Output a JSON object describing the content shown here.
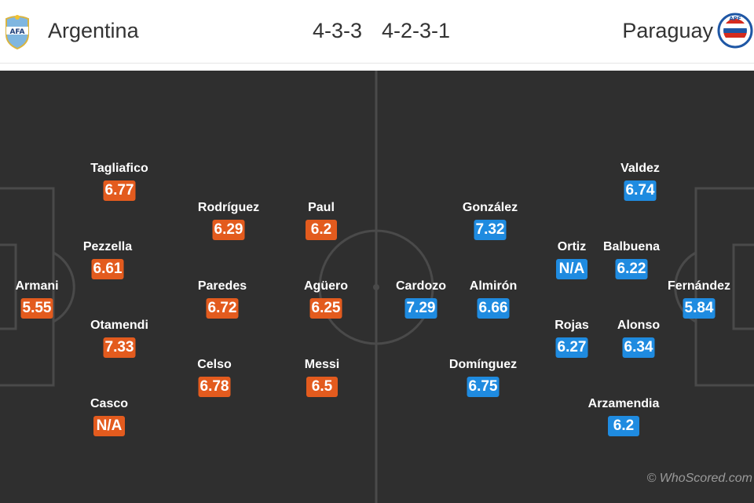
{
  "header": {
    "home_team": "Argentina",
    "home_formation": "4-3-3",
    "away_formation": "4-2-3-1",
    "away_team": "Paraguay",
    "home_crest_text": "AFA",
    "away_crest_text": "APF"
  },
  "colors": {
    "pitch": "#2f2f2f",
    "home_rating": "#e35b1e",
    "away_rating": "#1f8be0"
  },
  "home_players": [
    {
      "name": "Armani",
      "rating": "5.55"
    },
    {
      "name": "Tagliafico",
      "rating": "6.77"
    },
    {
      "name": "Pezzella",
      "rating": "6.61"
    },
    {
      "name": "Otamendi",
      "rating": "7.33"
    },
    {
      "name": "Casco",
      "rating": "N/A"
    },
    {
      "name": "Rodríguez",
      "rating": "6.29"
    },
    {
      "name": "Paredes",
      "rating": "6.72"
    },
    {
      "name": "Celso",
      "rating": "6.78"
    },
    {
      "name": "Paul",
      "rating": "6.2"
    },
    {
      "name": "Agüero",
      "rating": "6.25"
    },
    {
      "name": "Messi",
      "rating": "6.5"
    }
  ],
  "away_players": [
    {
      "name": "Cardozo",
      "rating": "7.29"
    },
    {
      "name": "González",
      "rating": "7.32"
    },
    {
      "name": "Almirón",
      "rating": "6.66"
    },
    {
      "name": "Domínguez",
      "rating": "6.75"
    },
    {
      "name": "Ortiz",
      "rating": "N/A"
    },
    {
      "name": "Rojas",
      "rating": "6.27"
    },
    {
      "name": "Valdez",
      "rating": "6.74"
    },
    {
      "name": "Balbuena",
      "rating": "6.22"
    },
    {
      "name": "Alonso",
      "rating": "6.34"
    },
    {
      "name": "Arzamendia",
      "rating": "6.2"
    },
    {
      "name": "Fernández",
      "rating": "5.84"
    }
  ],
  "watermark": "© WhoScored.com"
}
